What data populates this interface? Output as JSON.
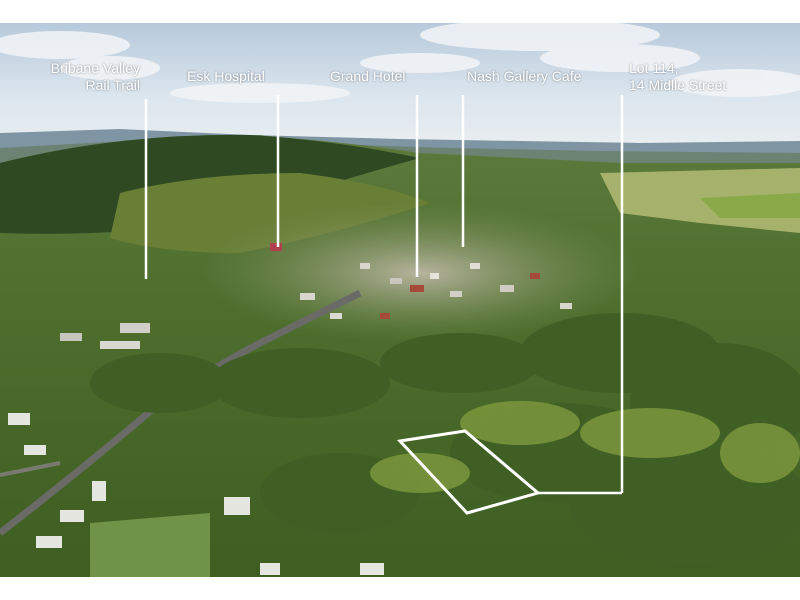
{
  "photo": {
    "labels": [
      {
        "id": "rail-trail",
        "lines": [
          "Bribane Valley",
          "Rail Trail"
        ]
      },
      {
        "id": "esk-hospital",
        "lines": [
          "Esk Hospital"
        ]
      },
      {
        "id": "grand-hotel",
        "lines": [
          "Grand Hotel"
        ]
      },
      {
        "id": "nash-gallery",
        "lines": [
          "Nash Gallery Cafe"
        ]
      },
      {
        "id": "lot-114",
        "lines": [
          "Lot 114,",
          "14 Midlle Street"
        ]
      }
    ]
  }
}
